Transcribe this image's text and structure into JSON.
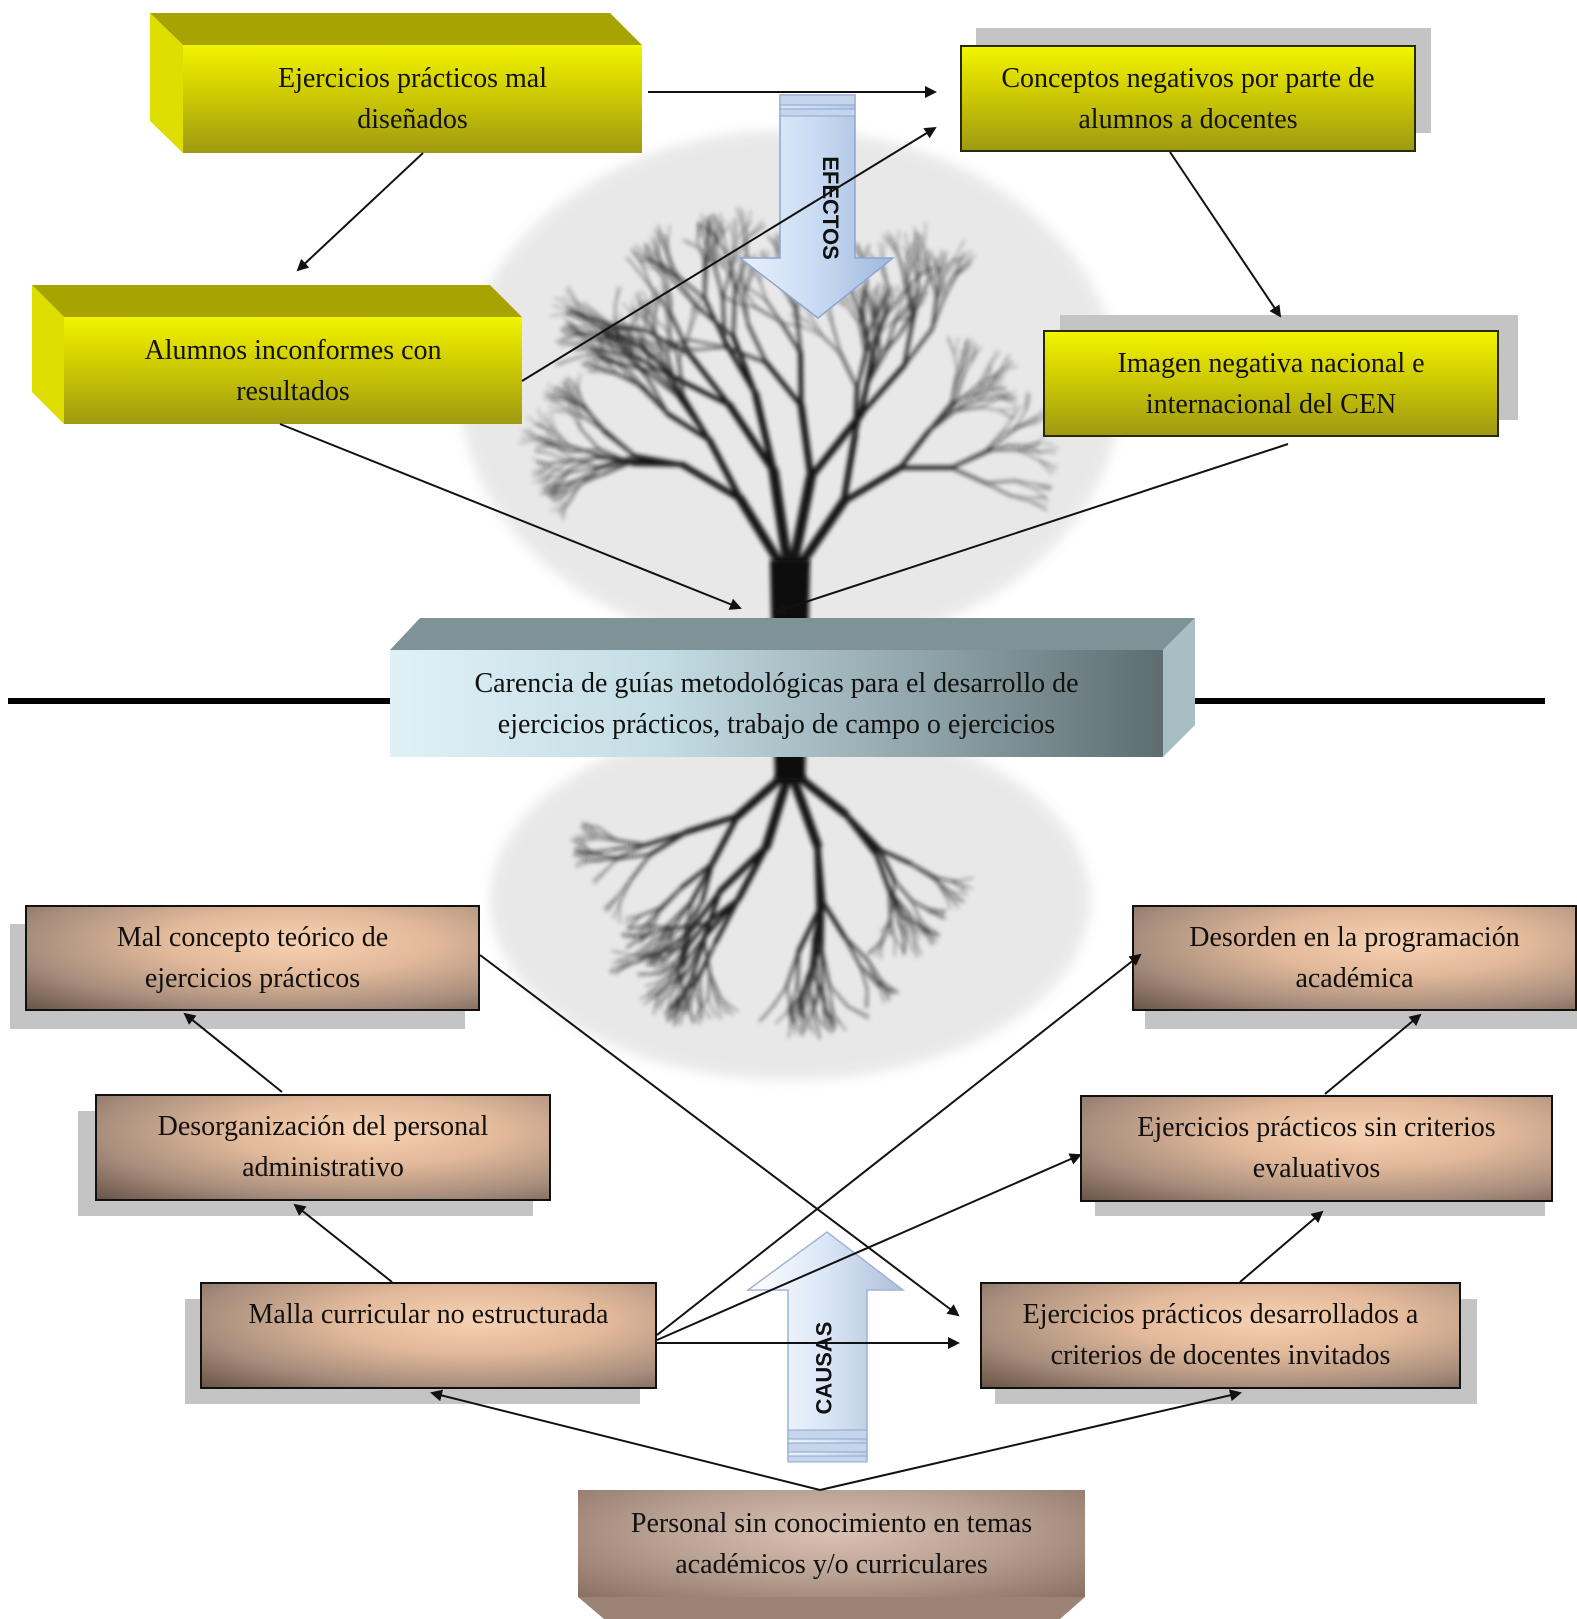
{
  "diagram": {
    "effects_label": "EFECTOS",
    "causes_label": "CAUSAS",
    "central_problem": "Carencia de guías metodológicas para el desarrollo de ejercicios prácticos, trabajo de campo o ejercicios",
    "effects": [
      "Ejercicios prácticos mal diseñados",
      "Conceptos negativos por parte de alumnos a docentes",
      "Alumnos inconformes con resultados",
      "Imagen negativa nacional e internacional del CEN"
    ],
    "causes": [
      "Mal concepto teórico de ejercicios prácticos",
      "Desorden en la programación académica",
      "Desorganización del personal administrativo",
      "Ejercicios prácticos sin criterios evaluativos",
      "Malla curricular no estructurada",
      "Ejercicios prácticos desarrollados a criterios de docentes invitados",
      "Personal sin conocimiento en temas académicos y/o curriculares"
    ]
  },
  "colors": {
    "effect_box": "#d7d400",
    "cause_box": "#c9a58a",
    "center_box": "#a9c3c9",
    "arrow": "#111111",
    "block_arrow": "#b8cfee"
  }
}
